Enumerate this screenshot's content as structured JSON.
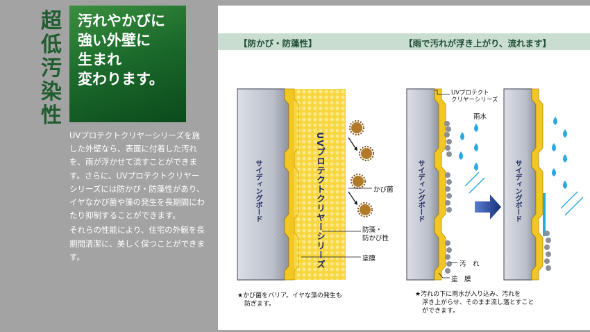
{
  "side_title": [
    "超",
    "低",
    "汚",
    "染",
    "性"
  ],
  "headline": [
    "汚れやかびに",
    "強い外壁に",
    "生まれ",
    "変わります。"
  ],
  "body_paragraphs": [
    "UVプロテクトクリヤーシリーズを施した外壁なら、表面に付着した汚れを、雨が浮かせて流すことができます。さらに、UVプロテクトクリヤーシリーズには防かび・防藻性があり、イヤなかび菌や藻の発生を長期間にわたり抑制することができます。",
    "それらの性能により、住宅の外観を長期間清潔に、美しく保つことができます。"
  ],
  "section_left": {
    "title": "【防かび・防藻性】",
    "siding_label": "サイディングボード",
    "coating_label": "UVプロテクトクリヤーシリーズ",
    "mold_label": "かび菌",
    "antialgae_label": [
      "防藻・",
      "防かび性"
    ],
    "film_label": "塗膜",
    "note": [
      "★かび菌をバリア。イヤな藻の発生も",
      "防ぎます。"
    ]
  },
  "section_right": {
    "title": "【雨で汚れが浮き上がり、流れます】",
    "coating_label": [
      "UVプロテクト",
      "クリヤーシリーズ"
    ],
    "rain_label": "雨水",
    "siding_label": "サイディングボード",
    "dirt_label": "汚　れ",
    "film_label": "塗　膜",
    "note": [
      "★汚れの下に雨水が入り込み、汚れを",
      "浮き上がらせ、そのまま流し落とすこと",
      "ができます。"
    ]
  },
  "colors": {
    "green_dark": "#1f5c2e",
    "coat_yellow": "#f5d33a",
    "rain_blue": "#2aa8e0",
    "arrow_navy": "#1f3f8f"
  }
}
